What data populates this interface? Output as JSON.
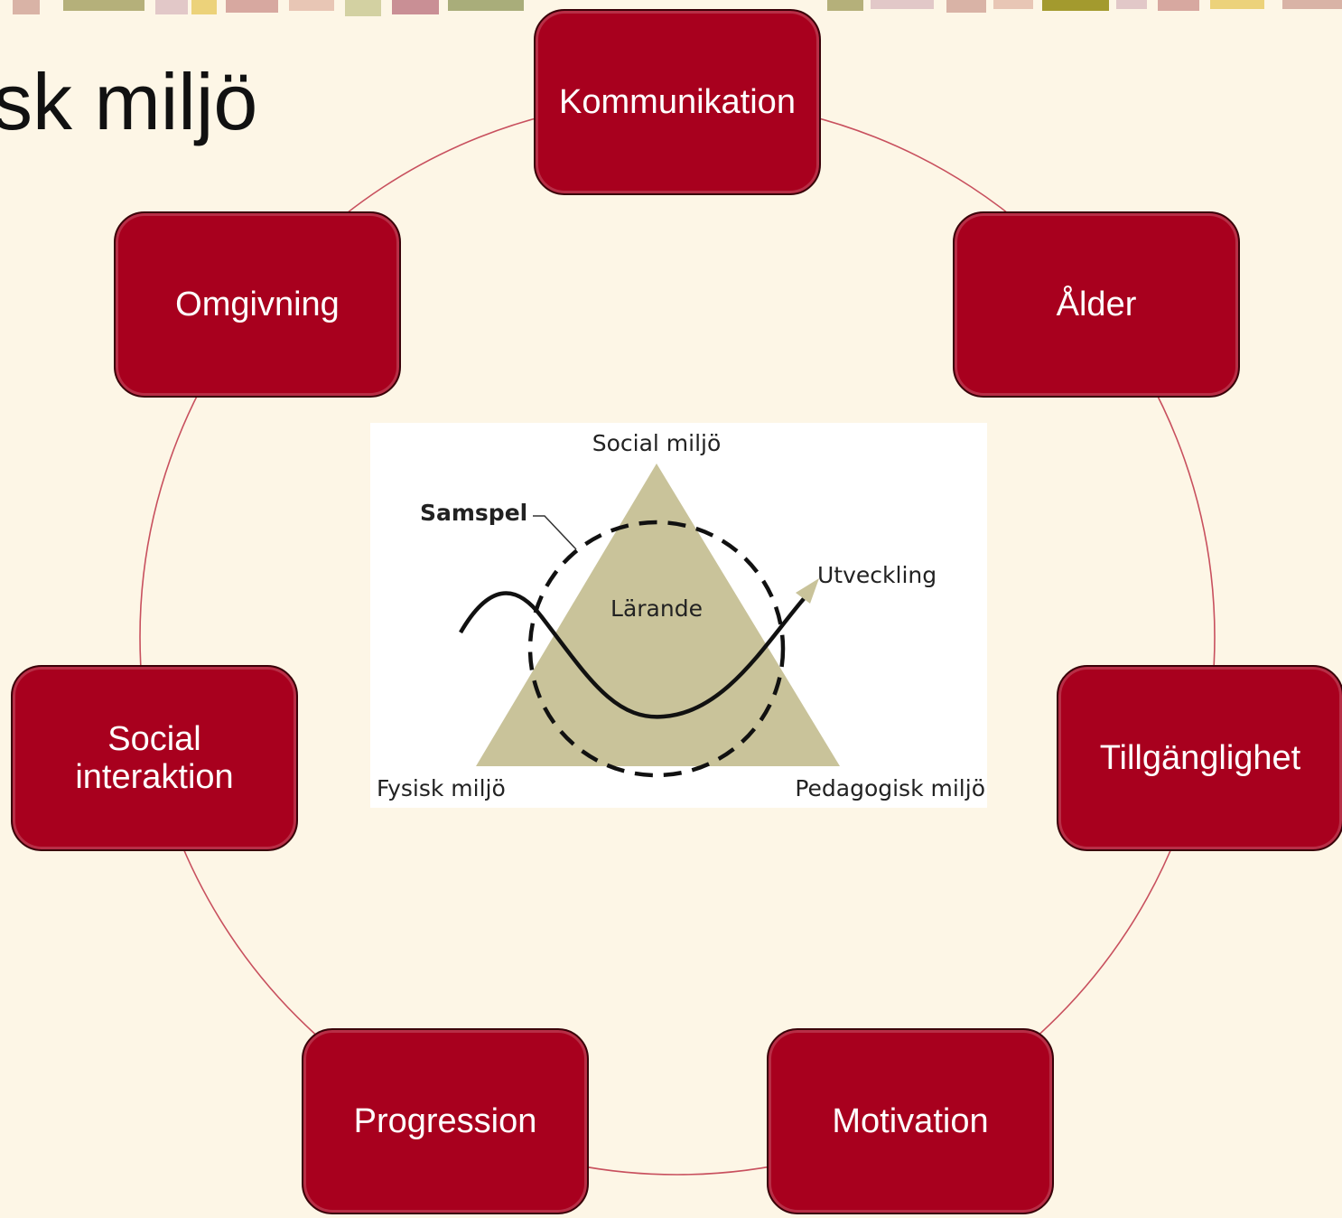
{
  "title": "sk miljö",
  "nodes": {
    "kommunikation": "Kommunikation",
    "alder": "Ålder",
    "tillganglighet": "Tillgänglighet",
    "motivation": "Motivation",
    "progression": "Progression",
    "social_interaktion_line1": "Social",
    "social_interaktion_line2": "interaktion",
    "omgivning": "Omgivning"
  },
  "center_figure": {
    "top_label": "Social miljö",
    "left_label": "Fysisk miljö",
    "right_label": "Pedagogisk miljö",
    "center_label": "Lärande",
    "samspel_label": "Samspel",
    "utveckling_label": "Utveckling"
  },
  "colors": {
    "background": "#fdf6e6",
    "node_fill": "#a8001e",
    "ring": "#c8505e",
    "triangle": "#c9c39a"
  }
}
